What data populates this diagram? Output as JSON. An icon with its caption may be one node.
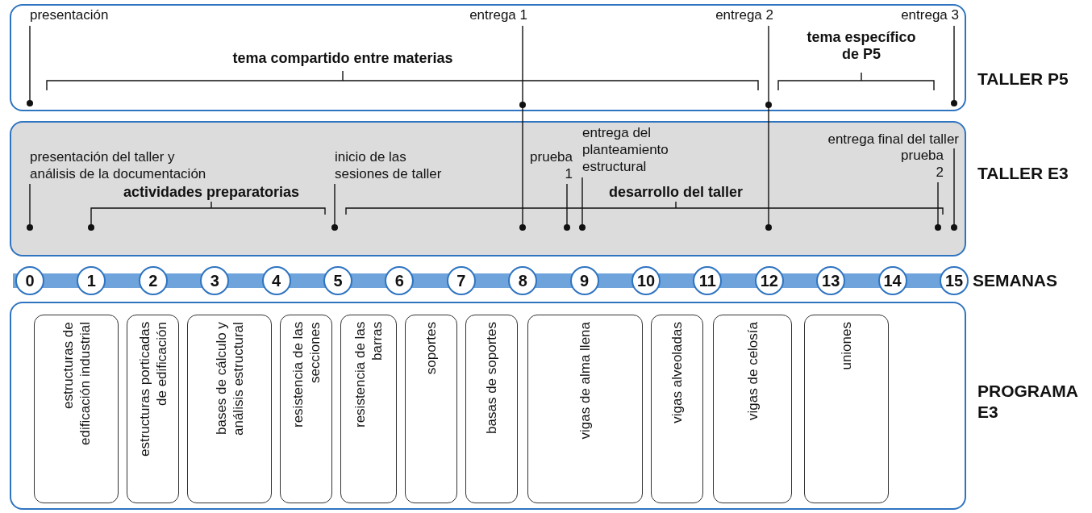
{
  "diagram": {
    "nodes": [
      {
        "text": [
          "TALLER P5"
        ]
      },
      {
        "text": [
          "presentación"
        ],
        "in": 0
      },
      {
        "text": [
          "entrega 1"
        ],
        "in": 0
      },
      {
        "text": [
          "entrega 2"
        ],
        "in": 0
      },
      {
        "text": [
          "entrega 3"
        ],
        "in": 0
      },
      {
        "text": [
          "TALLER E3"
        ]
      },
      {
        "text": [
          "presentación del taller y análisis de la documentación"
        ],
        "in": 5
      },
      {
        "text": [
          "inicio de las sesiones de taller"
        ],
        "in": 5
      },
      {
        "text": [
          "prueba 1"
        ],
        "in": 5
      },
      {
        "text": [
          "entrega del planteamiento estructural"
        ],
        "in": 5
      },
      {
        "text": [
          "entrega final del taller"
        ],
        "in": 5
      },
      {
        "text": [
          "prueba 2"
        ],
        "in": 5
      },
      {
        "text": [
          "SEMANAS"
        ]
      },
      {
        "text": [
          "0"
        ],
        "in": 12
      },
      {
        "text": [
          "1"
        ],
        "in": 12
      },
      {
        "text": [
          "2"
        ],
        "in": 12
      },
      {
        "text": [
          "3"
        ],
        "in": 12
      },
      {
        "text": [
          "4"
        ],
        "in": 12
      },
      {
        "text": [
          "5"
        ],
        "in": 12
      },
      {
        "text": [
          "6"
        ],
        "in": 12
      },
      {
        "text": [
          "7"
        ],
        "in": 12
      },
      {
        "text": [
          "8"
        ],
        "in": 12
      },
      {
        "text": [
          "9"
        ],
        "in": 12
      },
      {
        "text": [
          "10"
        ],
        "in": 12
      },
      {
        "text": [
          "11"
        ],
        "in": 12
      },
      {
        "text": [
          "12"
        ],
        "in": 12
      },
      {
        "text": [
          "13"
        ],
        "in": 12
      },
      {
        "text": [
          "14"
        ],
        "in": 12
      },
      {
        "text": [
          "15"
        ],
        "in": 12
      },
      {
        "text": [
          "PROGRAMA E3"
        ]
      },
      {
        "text": [
          "estructuras de edificación industrial"
        ],
        "in": 29
      },
      {
        "text": [
          "estructuras porticadas de edificación"
        ],
        "in": 29
      },
      {
        "text": [
          "bases de cálculo y análisis estructural"
        ],
        "in": 29
      },
      {
        "text": [
          "resistencia de las secciones"
        ],
        "in": 29
      },
      {
        "text": [
          "resistencia de las barras"
        ],
        "in": 29
      },
      {
        "text": [
          "soportes"
        ],
        "in": 29
      },
      {
        "text": [
          "basas de soportes"
        ],
        "in": 29
      },
      {
        "text": [
          "vigas de alma llena"
        ],
        "in": 29
      },
      {
        "text": [
          "vigas alveoladas"
        ],
        "in": 29
      },
      {
        "text": [
          "vigas de celosía"
        ],
        "in": 29
      },
      {
        "text": [
          "uniones"
        ],
        "in": 29
      }
    ],
    "edges": [
      {
        "from": 1,
        "to": null,
        "arrow": "other"
      },
      {
        "from": 2,
        "to": null,
        "arrow": "other"
      },
      {
        "from": 3,
        "to": null,
        "arrow": "other"
      },
      {
        "from": 4,
        "to": null,
        "arrow": "other"
      },
      {
        "from": 6,
        "to": null,
        "arrow": "other"
      },
      {
        "from": 7,
        "to": null,
        "arrow": "other"
      },
      {
        "from": 8,
        "to": null,
        "arrow": "other"
      },
      {
        "from": 9,
        "to": null,
        "arrow": "other"
      },
      {
        "from": 10,
        "to": null,
        "arrow": "other"
      },
      {
        "from": 11,
        "to": null,
        "arrow": "other"
      }
    ],
    "labels": [
      "tema compartido entre materias",
      "tema específico de P5",
      "actividades preparatorias",
      "desarrollo del taller"
    ]
  }
}
